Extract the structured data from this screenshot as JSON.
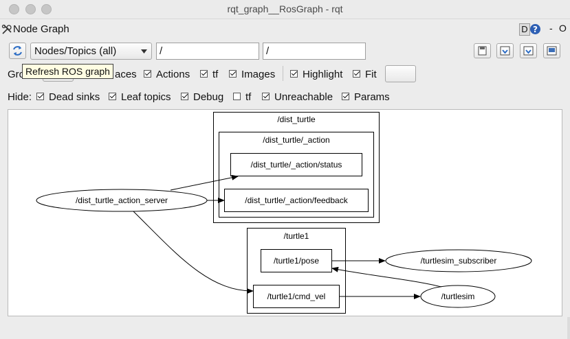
{
  "window": {
    "title": "rqt_graph__RosGraph - rqt"
  },
  "plugin": {
    "title": "Node Graph",
    "help_label": "D",
    "minus_label": "-",
    "close_label": "O"
  },
  "toolbar": {
    "graph_type": "Nodes/Topics (all)",
    "node_filter": "/",
    "topic_filter": "/",
    "tooltip": "Refresh ROS graph"
  },
  "group_row": {
    "group_label": "Gro",
    "namespaces_label": "aces",
    "actions": {
      "label": "Actions",
      "checked": true
    },
    "tf": {
      "label": "tf",
      "checked": true
    },
    "images": {
      "label": "Images",
      "checked": true
    },
    "highlight": {
      "label": "Highlight",
      "checked": true
    },
    "fit": {
      "label": "Fit",
      "checked": true
    }
  },
  "hide_row": {
    "label": "Hide:",
    "dead_sinks": {
      "label": "Dead sinks",
      "checked": true
    },
    "leaf_topics": {
      "label": "Leaf topics",
      "checked": true
    },
    "debug": {
      "label": "Debug",
      "checked": true
    },
    "tf": {
      "label": "tf",
      "checked": false
    },
    "unreachable": {
      "label": "Unreachable",
      "checked": true
    },
    "params": {
      "label": "Params",
      "checked": true
    }
  },
  "graph": {
    "clusters": {
      "dist_turtle": "/dist_turtle",
      "dist_turtle_action": "/dist_turtle/_action",
      "turtle1": "/turtle1"
    },
    "topics": {
      "action_status": "/dist_turtle/_action/status",
      "action_feedback": "/dist_turtle/_action/feedback",
      "pose": "/turtle1/pose",
      "cmd_vel": "/turtle1/cmd_vel"
    },
    "nodes": {
      "action_server": "/dist_turtle_action_server",
      "subscriber": "/turtlesim_subscriber",
      "turtlesim": "/turtlesim"
    }
  }
}
